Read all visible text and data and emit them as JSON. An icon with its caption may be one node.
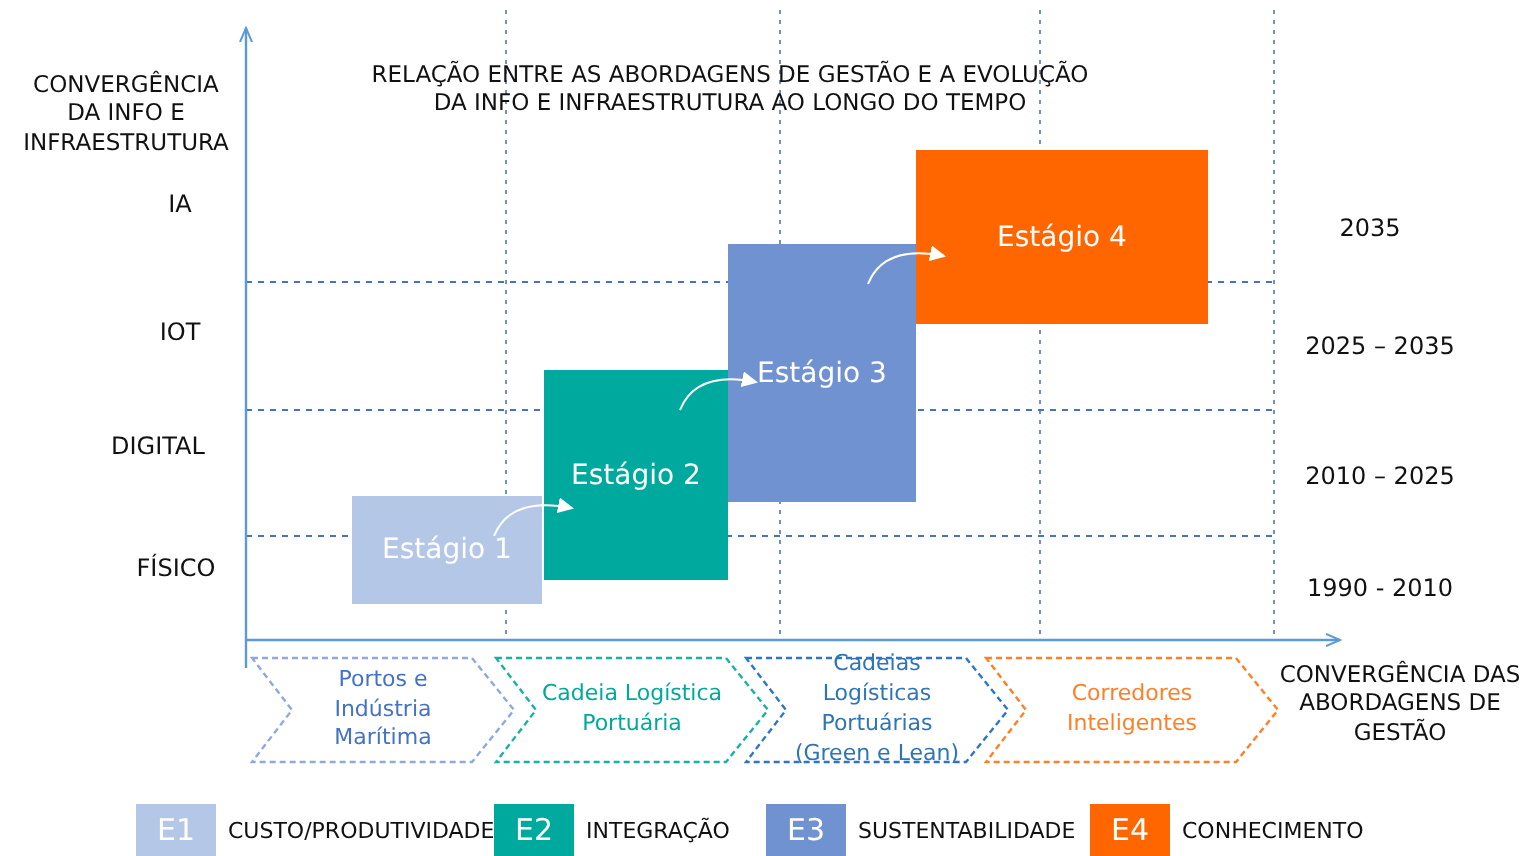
{
  "diagram": {
    "title": "RELAÇÃO ENTRE AS ABORDAGENS DE GESTÃO E A EVOLUÇÃO DA INFO E INFRAESTRUTURA AO LONGO DO TEMPO",
    "nodes": [
      {
        "text": [
          "Estágio 1"
        ]
      },
      {
        "text": [
          "Estágio 2"
        ]
      },
      {
        "text": [
          "Estágio 3"
        ]
      },
      {
        "text": [
          "Estágio 4"
        ]
      },
      {
        "text": [
          "Portos e Indústria Marítima"
        ]
      },
      {
        "text": [
          "Cadeia Logística Portuária"
        ]
      },
      {
        "text": [
          "Cadeias Logísticas Portuárias (Green e Lean)"
        ]
      },
      {
        "text": [
          "Corredores Inteligentes"
        ]
      }
    ],
    "edges": [
      {
        "from": 0,
        "to": 1,
        "arrow": "to"
      },
      {
        "from": 1,
        "to": 2,
        "arrow": "to"
      },
      {
        "from": 2,
        "to": 3,
        "arrow": "to"
      }
    ],
    "labels": [
      "CONVERGÊNCIA DA INFO E INFRAESTRUTURA",
      "IA",
      "IOT",
      "DIGITAL",
      "FÍSICO",
      "2035",
      "2025 – 2035",
      "2010 – 2025",
      "1990 - 2010",
      "CONVERGÊNCIA DAS ABORDAGENS DE GESTÃO",
      "E1",
      "E2",
      "E3",
      "E4"
    ],
    "legend": [
      {
        "text": "CUSTO/PRODUTIVIDADE",
        "color": "#b4c7e7"
      },
      {
        "text": "INTEGRAÇÃO",
        "color": "#00a99d"
      },
      {
        "text": "SUSTENTABILIDADE",
        "color": "#7092d0"
      },
      {
        "text": "CONHECIMENTO",
        "color": "#ff6600"
      }
    ]
  }
}
